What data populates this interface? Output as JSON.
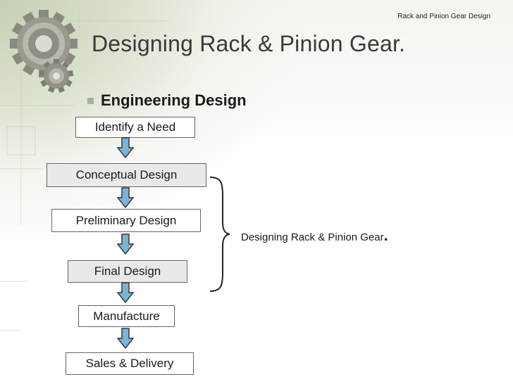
{
  "header": {
    "text": "Rack and Pinion Gear Design"
  },
  "slide": {
    "title": "Designing Rack & Pinion Gear."
  },
  "bullet": {
    "text": "Engineering Design"
  },
  "flow": {
    "steps": [
      {
        "label": "Identify a Need"
      },
      {
        "label": "Conceptual Design"
      },
      {
        "label": "Preliminary Design"
      },
      {
        "label": "Final Design"
      },
      {
        "label": "Manufacture"
      },
      {
        "label": "Sales & Delivery"
      }
    ]
  },
  "annotation": {
    "text": "Designing Rack & Pinion Gear",
    "period": "."
  },
  "colors": {
    "arrow_fill": "#7fb3d5",
    "arrow_stroke": "#2f3b44",
    "bullet": "#9fb89a",
    "gear": "#8a8a80"
  },
  "icons": {
    "decoration": "gear-icon"
  }
}
